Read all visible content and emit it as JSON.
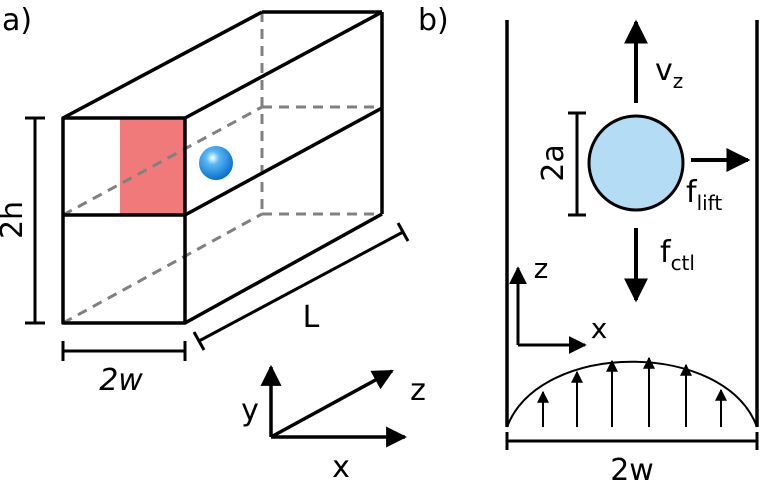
{
  "panel_a": {
    "label": "a)",
    "height_label": "2h",
    "width_label": "2w",
    "length_label": "L",
    "axes": {
      "x": "x",
      "y": "y",
      "z": "z"
    },
    "colors": {
      "cross_section": "#f07a7a",
      "sphere": "#1e90e8",
      "lines": "#000000",
      "hidden_lines": "#808080"
    }
  },
  "panel_b": {
    "label": "b)",
    "velocity_label": "v",
    "velocity_sub": "z",
    "diameter_label": "2a",
    "lift_label": "f",
    "lift_sub": "lift",
    "control_label": "f",
    "control_sub": "ctl",
    "axes": {
      "x": "x",
      "z": "z"
    },
    "width_label": "2w",
    "colors": {
      "particle_fill": "#b4dcf5",
      "particle_stroke": "#000000"
    }
  }
}
